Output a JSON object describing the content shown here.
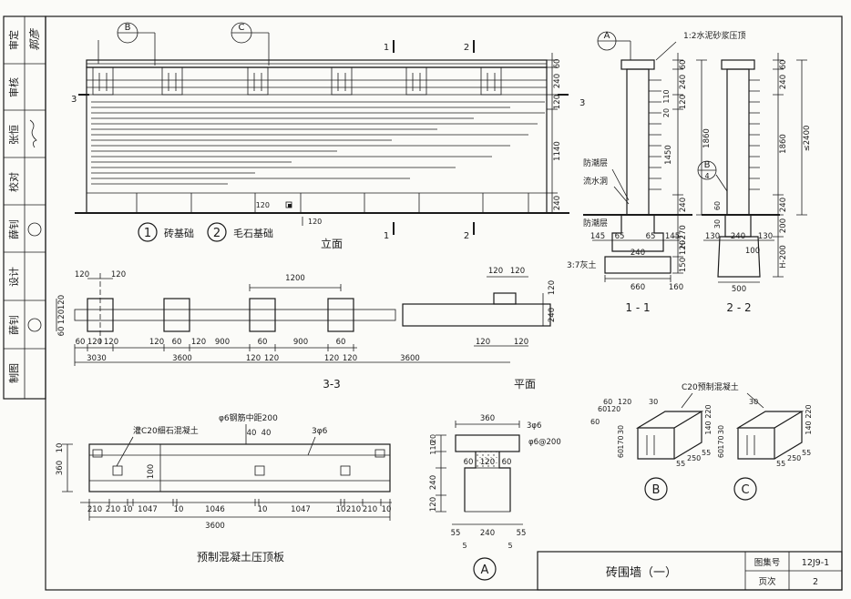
{
  "sidebar": {
    "rows": [
      {
        "label": "审定",
        "sign": "郭彦"
      },
      {
        "label": "审核",
        "sign": ""
      },
      {
        "label": "张恒",
        "sign": ""
      },
      {
        "label": "校对",
        "sign": ""
      },
      {
        "label": "薛钊",
        "sign": ""
      },
      {
        "label": "设计",
        "sign": ""
      },
      {
        "label": "薛钊",
        "sign": ""
      },
      {
        "label": "制图",
        "sign": ""
      }
    ]
  },
  "elevation": {
    "title": "立面",
    "legend_1": "砖基础",
    "legend_2": "毛石基础",
    "legend_num_1": "1",
    "legend_num_2": "2",
    "callout_b": "B",
    "callout_c": "C",
    "section_1": "1",
    "section_2": "2",
    "section_3": "3",
    "dims": [
      "60",
      "240",
      "120",
      "1140",
      "240"
    ],
    "dim_120a": "120",
    "dim_120b": "120"
  },
  "section11": {
    "title": "1 - 1",
    "top_note": "1:2水泥砂浆压顶",
    "callout_a": "A",
    "label_dpc": "防潮层",
    "label_drain": "流水洞",
    "label_dpc2": "防潮层",
    "label_soil": "3:7灰土",
    "dims_right": [
      "60",
      "240",
      "120",
      "1450",
      "1860",
      "240",
      "H-270",
      "120",
      "150"
    ],
    "dims_bottom": [
      "145",
      "65",
      "65",
      "145",
      "240",
      "660",
      "160"
    ],
    "dim_20": "20",
    "dim_110": "110"
  },
  "section22": {
    "title": "2 - 2",
    "callout_b4": "B",
    "callout_b4_sub": "4",
    "dims_right": [
      "60",
      "240",
      "1860",
      "≤2400",
      "240",
      "200",
      "H-200"
    ],
    "dims_bottom": [
      "130",
      "240",
      "130",
      "100",
      "500"
    ],
    "dim_60": "60",
    "dim_30": "30"
  },
  "plan33": {
    "title": "3-3",
    "dims_top": [
      "120",
      "120",
      "1200"
    ],
    "dims_left": [
      "120",
      "120",
      "60"
    ],
    "dims_bottom": [
      "60",
      "120",
      "120",
      "120",
      "60",
      "120",
      "900",
      "60",
      "900",
      "60"
    ],
    "dims_bottom2": [
      "3030",
      "3600",
      "120",
      "120",
      "120",
      "120"
    ]
  },
  "plan": {
    "title": "平面",
    "dims_top": [
      "120",
      "120"
    ],
    "dims_right": [
      "120",
      "240"
    ],
    "dims_bottom": [
      "120",
      "120",
      "3600"
    ]
  },
  "slab": {
    "title": "预制混凝土压顶板",
    "note_rebar": "φ6钢筋中距200",
    "note_fill": "灌C20细石混凝土",
    "note_bar": "3φ6",
    "dims_top": [
      "40",
      "40"
    ],
    "dims_left": [
      "360",
      "10",
      "100"
    ],
    "dims_bottom": [
      "210",
      "210",
      "10",
      "1047",
      "10",
      "1046",
      "10",
      "1047",
      "10",
      "210",
      "210",
      "10"
    ],
    "dim_total": "3600"
  },
  "detail_a": {
    "callout": "A",
    "dims": [
      "360",
      "3φ6",
      "φ6@200",
      "20",
      "110",
      "60",
      "120",
      "60",
      "240",
      "120",
      "55",
      "240",
      "55",
      "5",
      "5"
    ]
  },
  "detail_bc": {
    "note": "C20预制混凝土",
    "callout_b": "B",
    "callout_c": "C",
    "dims_b": [
      "60",
      "60",
      "120",
      "60",
      "120",
      "30",
      "170",
      "30",
      "60",
      "140",
      "220",
      "55",
      "250",
      "55"
    ],
    "dims_c": [
      "30",
      "170",
      "30",
      "60",
      "140",
      "220",
      "55",
      "250",
      "55"
    ]
  },
  "title_block": {
    "title": "砖围墙（一）",
    "atlas_label": "图集号",
    "atlas_value": "12J9-1",
    "page_label": "页次",
    "page_value": "2"
  }
}
